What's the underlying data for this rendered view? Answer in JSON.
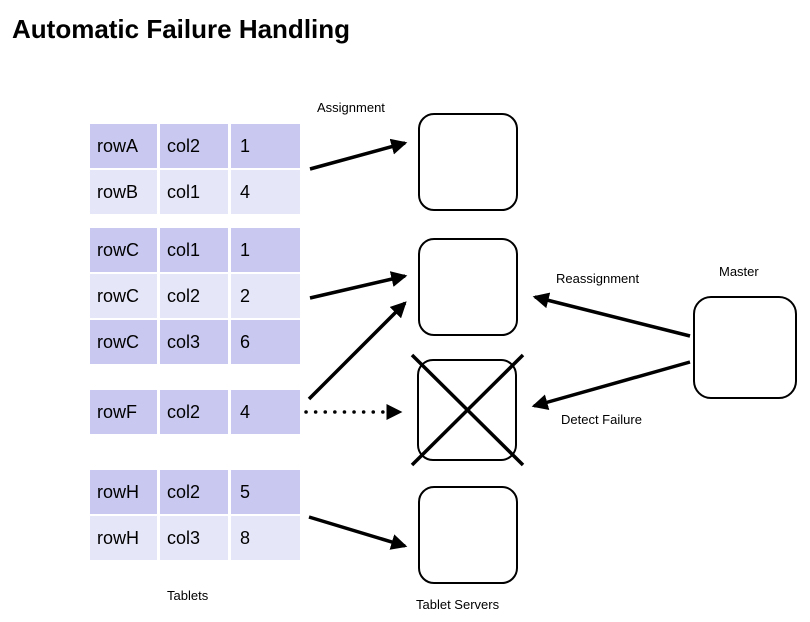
{
  "title": "Automatic Failure Handling",
  "colors": {
    "row_dark": "#c8c8f0",
    "row_light": "#e6e6f9",
    "line": "#000000",
    "background": "#ffffff"
  },
  "tablets": [
    {
      "rows": [
        {
          "cells": [
            "rowA",
            "col2",
            "1"
          ]
        },
        {
          "cells": [
            "rowB",
            "col1",
            "4"
          ]
        }
      ]
    },
    {
      "rows": [
        {
          "cells": [
            "rowC",
            "col1",
            "1"
          ]
        },
        {
          "cells": [
            "rowC",
            "col2",
            "2"
          ]
        },
        {
          "cells": [
            "rowC",
            "col3",
            "6"
          ]
        }
      ]
    },
    {
      "rows": [
        {
          "cells": [
            "rowF",
            "col2",
            "4"
          ]
        }
      ]
    },
    {
      "rows": [
        {
          "cells": [
            "rowH",
            "col2",
            "5"
          ]
        },
        {
          "cells": [
            "rowH",
            "col3",
            "8"
          ]
        }
      ]
    }
  ],
  "servers": {
    "count": 4,
    "failed_index": 3,
    "failed_marker": "X"
  },
  "labels": {
    "assignment": "Assignment",
    "reassignment": "Reassignment",
    "detect_failure": "Detect Failure",
    "master": "Master",
    "tablets": "Tablets",
    "tablet_servers": "Tablet Servers"
  }
}
